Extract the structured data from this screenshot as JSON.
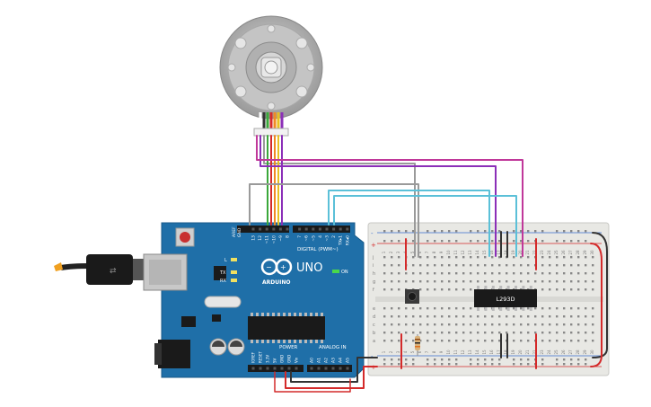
{
  "arduino": {
    "brand": "ARDUINO",
    "model": "UNO",
    "on_label": "ON",
    "tx_label": "TX",
    "rx_label": "RX",
    "l_label": "L",
    "digital_label": "DIGITAL (PWM~)",
    "power_label": "POWER",
    "analog_label": "ANALOG IN",
    "aref_label": "AREF",
    "gnd_label": "GND",
    "digital_pins": [
      "13",
      "12",
      "~11",
      "~10",
      "~9",
      "8",
      "7",
      "~6",
      "~5",
      "4",
      "~3",
      "2",
      "TX▸1",
      "RX◂0"
    ],
    "power_pins": [
      "IOREF",
      "RESET",
      "3.3V",
      "5V",
      "GND",
      "GND",
      "Vin"
    ],
    "analog_pins": [
      "A0",
      "A1",
      "A2",
      "A3",
      "A4",
      "A5"
    ]
  },
  "breadboard": {
    "plus": "+",
    "minus": "-",
    "rows_top": [
      "j",
      "i",
      "h",
      "g",
      "f"
    ],
    "rows_bottom": [
      "e",
      "d",
      "c",
      "b",
      "a"
    ],
    "column_numbers": [
      "1",
      "2",
      "3",
      "4",
      "5",
      "6",
      "7",
      "8",
      "9",
      "10",
      "11",
      "12",
      "13",
      "14",
      "15",
      "16",
      "17",
      "18",
      "19",
      "20",
      "21",
      "22",
      "23",
      "24",
      "25",
      "26",
      "27",
      "28",
      "29",
      "30"
    ]
  },
  "chip": {
    "label": "L293D"
  },
  "colors": {
    "arduino_blue": "#1f6fa8",
    "breadboard": "#e8e8e4",
    "wire_red": "#d42a2a",
    "wire_black": "#333333",
    "wire_purple": "#8b2fb8",
    "wire_magenta": "#c0389a",
    "wire_cyan": "#5bc0d8",
    "wire_gray": "#9a9a9a",
    "wire_green": "#3aa83a",
    "wire_yellow": "#e8c020",
    "wire_orange": "#f08a24"
  }
}
